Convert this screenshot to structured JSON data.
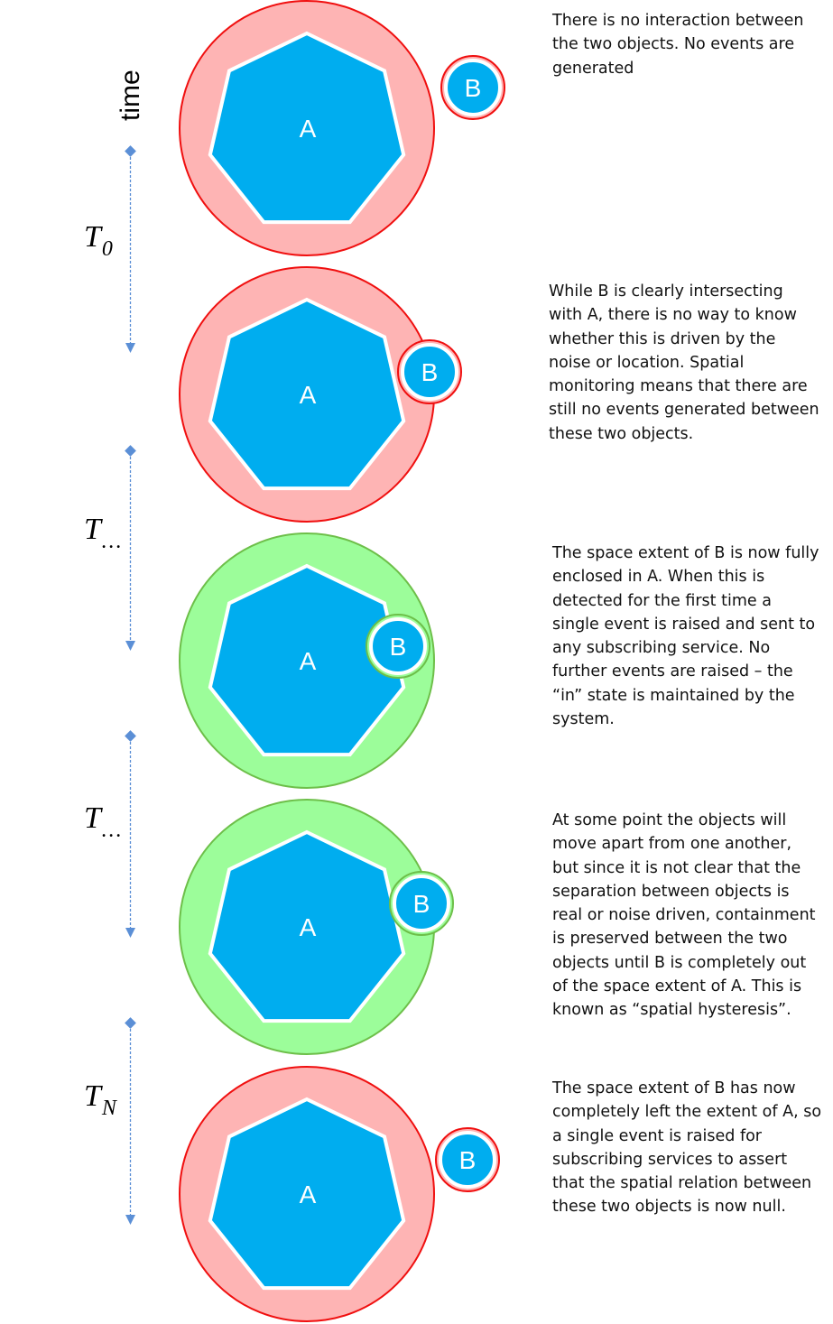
{
  "axis_label": "time",
  "colors": {
    "disjoint_extent_fill": "#feb4b4",
    "disjoint_extent_stroke": "#f00f0f",
    "contained_extent_fill": "#9cfd9a",
    "contained_extent_stroke": "#6dbf49",
    "object_fill": "#00adef",
    "object_stroke": "#ffffff",
    "timeline_color": "#5b8fd6"
  },
  "object_a_label": "A",
  "object_b_label": "B",
  "time_labels": [
    {
      "base": "T",
      "sub": "0"
    },
    {
      "base": "T",
      "sub": "…"
    },
    {
      "base": "T",
      "sub": "…"
    },
    {
      "base": "T",
      "sub": "N"
    }
  ],
  "stages": [
    {
      "state": "disjoint",
      "description": "There is no interaction between the two objects. No events are generated"
    },
    {
      "state": "disjoint",
      "description": "While B is clearly intersecting with A, there is no way to know whether this is driven by the noise or location. Spatial monitoring means that there are still no events generated between these two objects."
    },
    {
      "state": "contained",
      "description": "The space extent of B is now fully enclosed in A. When this is detected for the first time a single event is raised and sent to any subscribing service. No further events are raised – the “in” state is maintained by the system."
    },
    {
      "state": "contained",
      "description": "At some point the objects will move apart from one another, but since it is not clear that the separation between objects is real or noise driven, containment is preserved between the two objects until B is completely out of the space extent of A. This is known as “spatial hysteresis”."
    },
    {
      "state": "disjoint",
      "description": "The space extent of B has now completely left the extent of A, so a single event is raised for subscribing services to assert that the spatial relation between these two objects is now null."
    }
  ]
}
